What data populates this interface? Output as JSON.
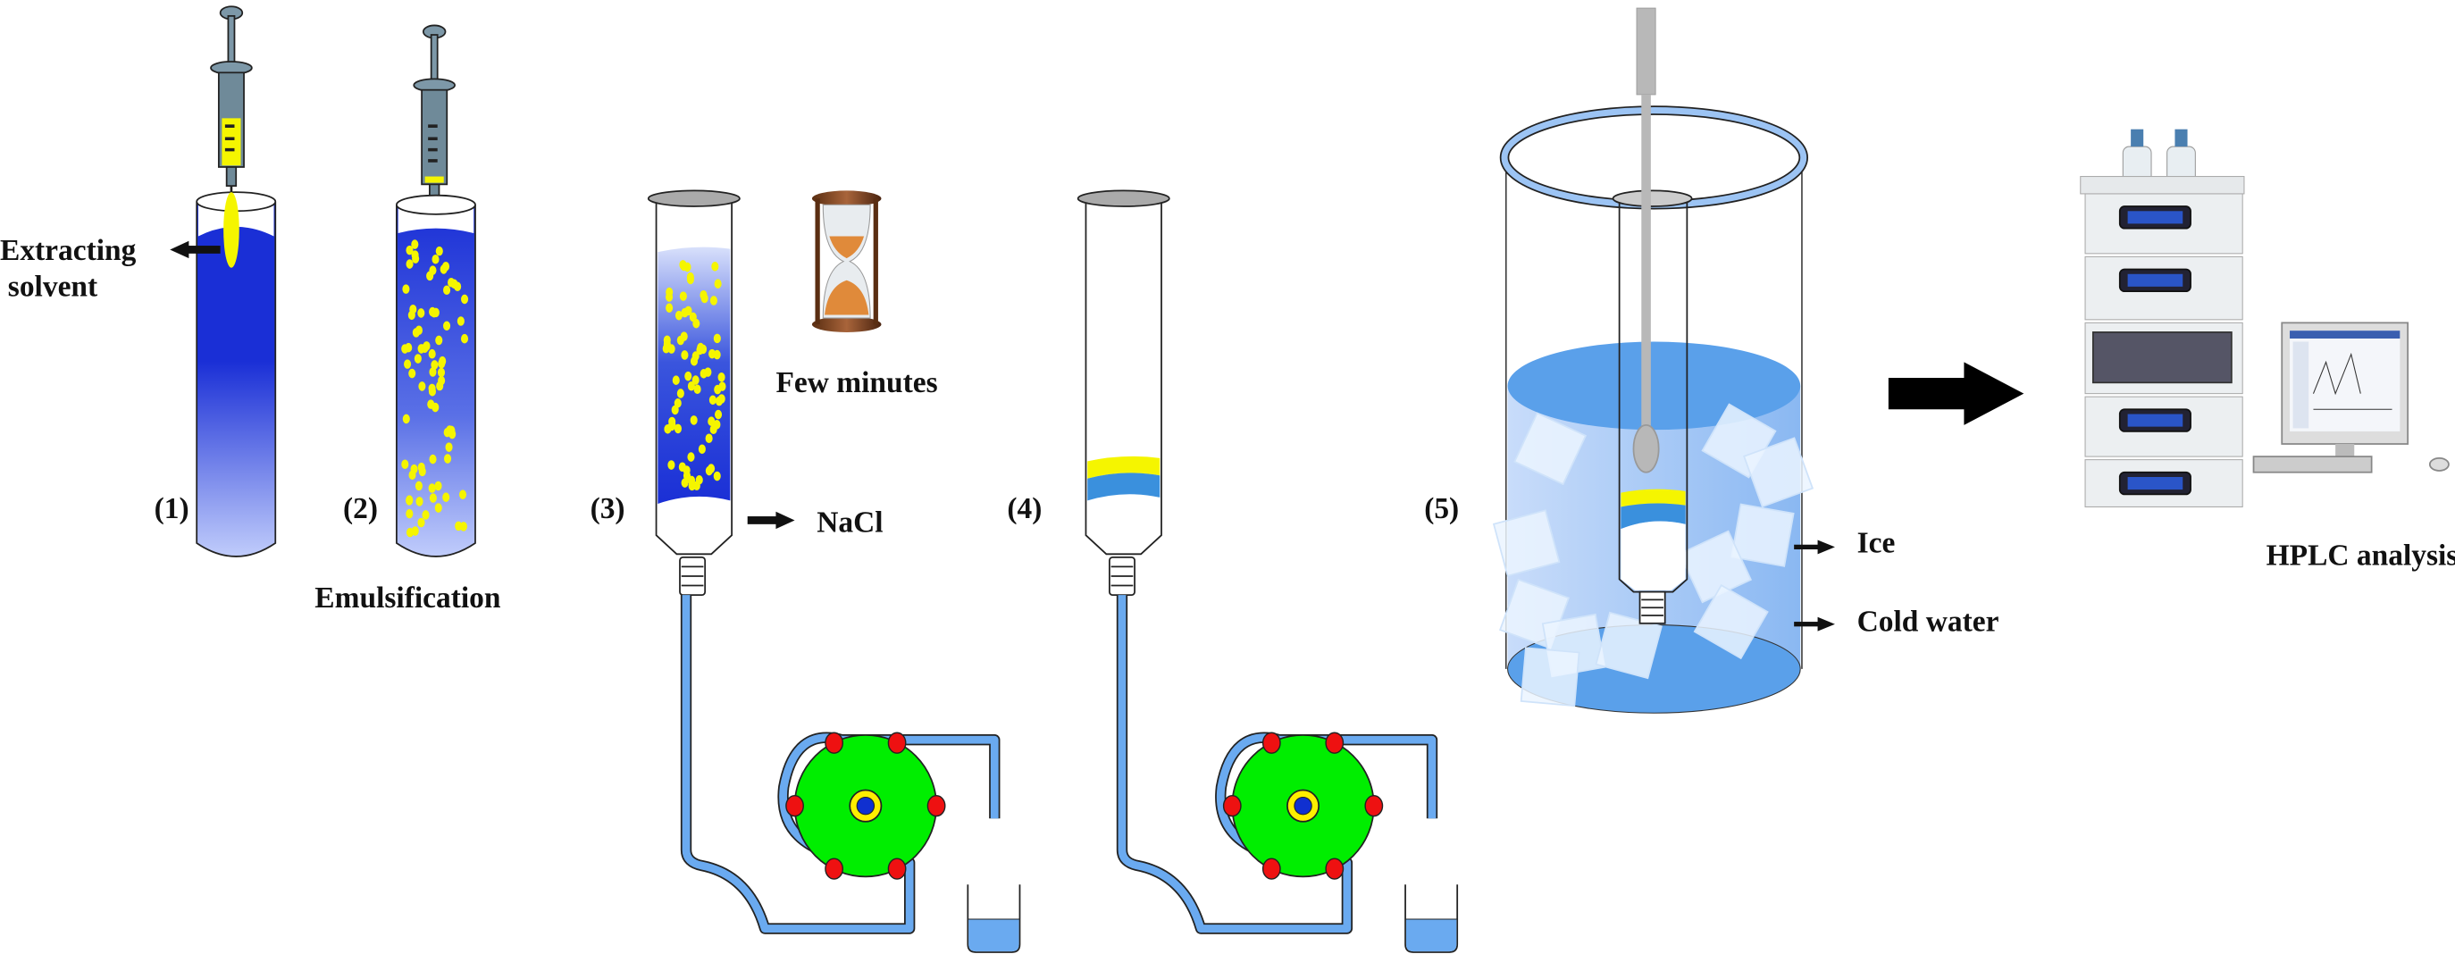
{
  "labels": {
    "extracting_line1": "Extracting",
    "extracting_line2": "solvent",
    "step1": "(1)",
    "step2": "(2)",
    "emulsification": "Emulsification",
    "step3": "(3)",
    "few_minutes": "Few minutes",
    "nacl": "NaCl",
    "step4": "(4)",
    "step5": "(5)",
    "ice": "Ice",
    "cold_water": "Cold water",
    "hplc": "HPLC analysis"
  },
  "colors": {
    "sample_blue": "#1a2fd6",
    "sample_light": "#b9c6fa",
    "solvent_yellow": "#f5f500",
    "tubing_blue": "#6aaaf0",
    "water_blue": "#5aa0ea",
    "pump_green": "#00ee00",
    "roller_red": "#ee1111"
  }
}
